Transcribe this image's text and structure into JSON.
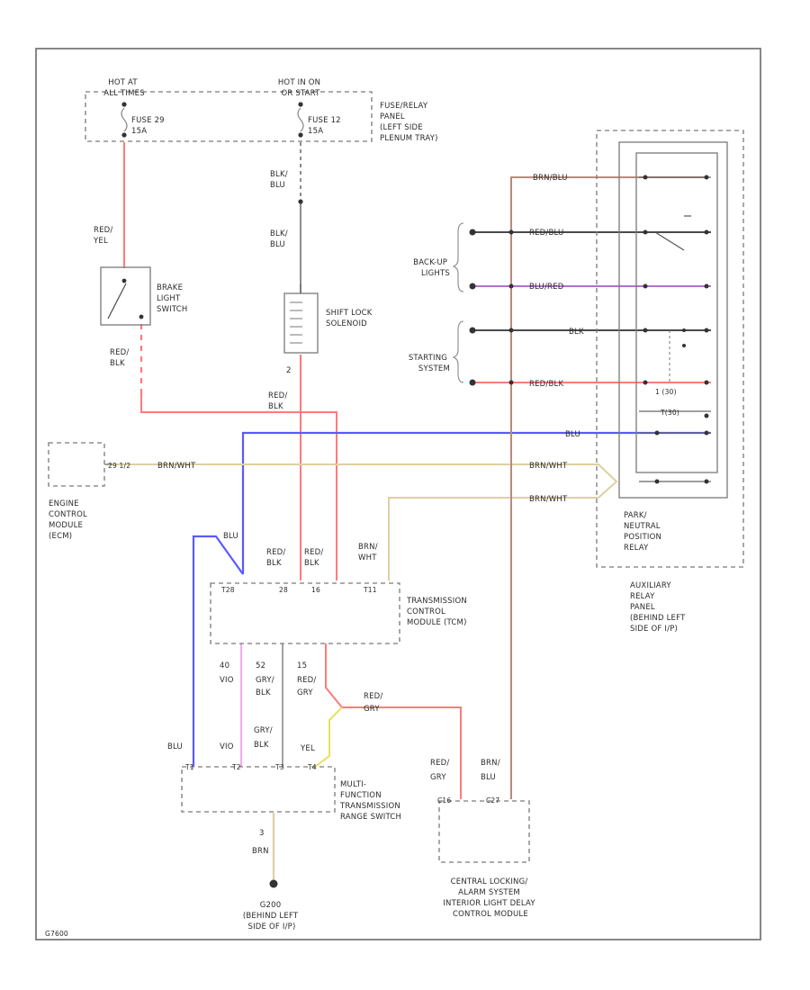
{
  "colors": {
    "red": "#ff7a7a",
    "blue": "#5a5aff",
    "tan": "#ddd0a0",
    "yellow": "#e8e060",
    "brown": "#b98a7a",
    "pink": "#f0a0f0",
    "purple": "#b070d0",
    "gray": "#8a8a8a",
    "black": "#4a4a4a"
  },
  "labels": {
    "hot_at_all_times": [
      "HOT AT",
      "ALL TIMES"
    ],
    "hot_in_on": [
      "HOT IN ON",
      "OR START"
    ],
    "fuse_29": [
      "FUSE 29",
      "15A"
    ],
    "fuse_12": [
      "FUSE 12",
      "15A"
    ],
    "fuse_relay_panel": [
      "FUSE/RELAY",
      "PANEL",
      "(LEFT SIDE",
      "PLENUM TRAY)"
    ],
    "red_yel": [
      "RED/",
      "YEL"
    ],
    "blk_blu_1": [
      "BLK/",
      "BLU"
    ],
    "blk_blu_2": [
      "BLK/",
      "BLU"
    ],
    "brake_light_switch": [
      "BRAKE",
      "LIGHT",
      "SWITCH"
    ],
    "shift_lock_solenoid": [
      "SHIFT LOCK",
      "SOLENOID"
    ],
    "red_blk_1": [
      "RED/",
      "BLK"
    ],
    "red_blk_2": [
      "RED/",
      "BLK"
    ],
    "pin_2": "2",
    "engine_control_module": [
      "ENGINE",
      "CONTROL",
      "MODULE",
      "(ECM)"
    ],
    "ecm_pin": "29 1/2",
    "brn_wht_1": "BRN/WHT",
    "brn_wht_2": "BRN/WHT",
    "brn_wht_3": "BRN/WHT",
    "brn_blu_top": "BRN/BLU",
    "red_blu": "RED/BLU",
    "blu_red": "BLU/RED",
    "blk": "BLK",
    "red_blk_3": "RED/BLK",
    "blu": "BLU",
    "back_up_lights": [
      "BACK-UP",
      "LIGHTS"
    ],
    "starting_system": [
      "STARTING",
      "SYSTEM"
    ],
    "park_neutral_relay": [
      "PARK/",
      "NEUTRAL",
      "POSITION",
      "RELAY"
    ],
    "auxiliary_relay_panel": [
      "AUXILIARY",
      "RELAY",
      "PANEL",
      "(BEHIND LEFT",
      "SIDE OF I/P)"
    ],
    "blu_2": "BLU",
    "red_blk_4": [
      "RED/",
      "BLK"
    ],
    "red_blk_5": [
      "RED/",
      "BLK"
    ],
    "brn_wht_4": [
      "BRN/",
      "WHT"
    ],
    "tcm_pins_top": [
      "T28",
      "28",
      "16",
      "T11"
    ],
    "tcm": [
      "TRANSMISSION",
      "CONTROL",
      "MODULE (TCM)"
    ],
    "pin_40": [
      "40",
      "VIO"
    ],
    "pin_52": [
      "52",
      "GRY/",
      "BLK"
    ],
    "pin_15": [
      "15",
      "RED/",
      "GRY"
    ],
    "red_gry_1": [
      "RED/",
      "GRY"
    ],
    "vio": "VIO",
    "gry_blk": [
      "GRY/",
      "BLK"
    ],
    "yel": "YEL",
    "blu_3": "BLU",
    "mfrs_pins": [
      "T1",
      "T2",
      "T3",
      "T4"
    ],
    "mfrs": [
      "MULTI-",
      "FUNCTION",
      "TRANSMISSION",
      "RANGE SWITCH"
    ],
    "red_gry_2": [
      "RED/",
      "GRY"
    ],
    "brn_blu": [
      "BRN/",
      "BLU"
    ],
    "cl_pins": [
      "C16",
      "C27"
    ],
    "pin_3": "3",
    "brn": "BRN",
    "ground": [
      "G200",
      "(BEHIND LEFT",
      "SIDE OF I/P)"
    ],
    "central_locking": [
      "CENTRAL LOCKING/",
      "ALARM SYSTEM",
      "INTERIOR LIGHT DELAY",
      "CONTROL MODULE"
    ],
    "relay_tag_1": "1 (30)",
    "relay_tag_2": "T(30)",
    "figure_id": "G7600"
  }
}
